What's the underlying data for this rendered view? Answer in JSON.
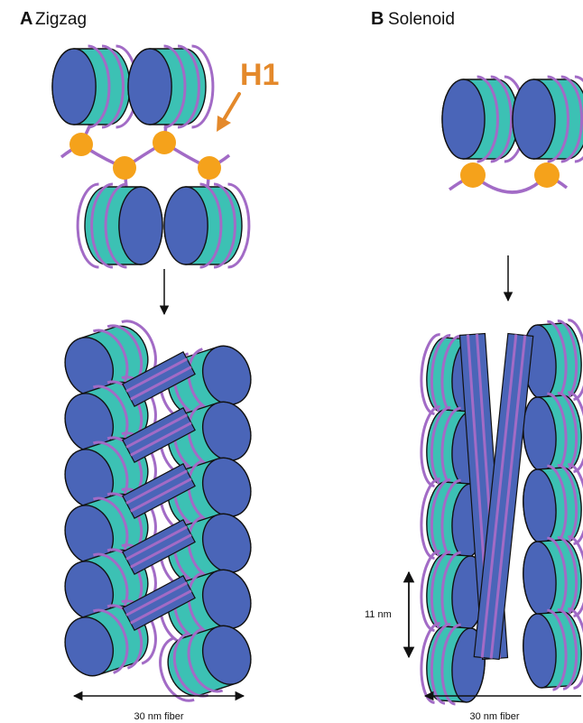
{
  "panel_a": {
    "letter": "A",
    "title": "Zigzag",
    "histone_label": "H1",
    "fiber_label": "30 nm fiber"
  },
  "panel_b": {
    "letter": "B",
    "title": "Solenoid",
    "fiber_label": "30 nm fiber",
    "repeat_label": "11 nm"
  },
  "colors": {
    "histone_core_face": "#4a65b8",
    "histone_core_side": "#3cc1b4",
    "dna": "#a26bc6",
    "linker_histone": "#f5a21b",
    "h1_label": "#e4892b",
    "outline": "#111111"
  },
  "icons": {
    "arrow": "down-arrow-icon",
    "dimension": "double-arrow-icon"
  }
}
